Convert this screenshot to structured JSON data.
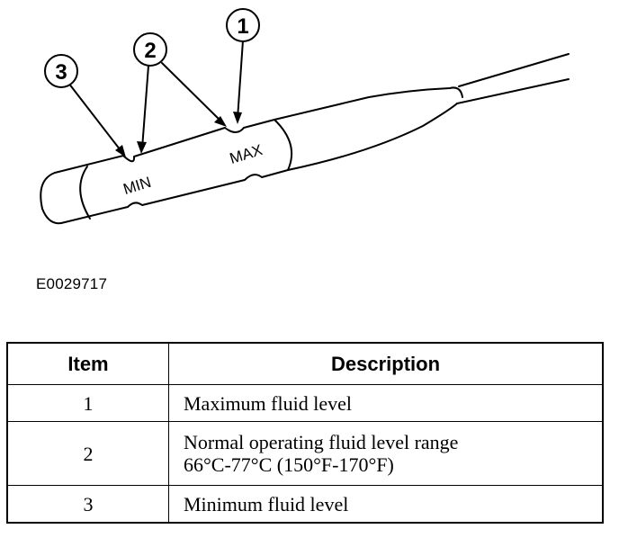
{
  "diagram": {
    "callouts": [
      "1",
      "2",
      "3"
    ],
    "mark_labels": {
      "min": "MIN",
      "max": "MAX"
    },
    "figure_id": "E0029717"
  },
  "table": {
    "headers": {
      "item": "Item",
      "description": "Description"
    },
    "rows": [
      {
        "item": "1",
        "description": [
          "Maximum fluid level"
        ]
      },
      {
        "item": "2",
        "description": [
          "Normal operating fluid level range",
          "66°C-77°C (150°F-170°F)"
        ]
      },
      {
        "item": "3",
        "description": [
          "Minimum fluid level"
        ]
      }
    ]
  }
}
